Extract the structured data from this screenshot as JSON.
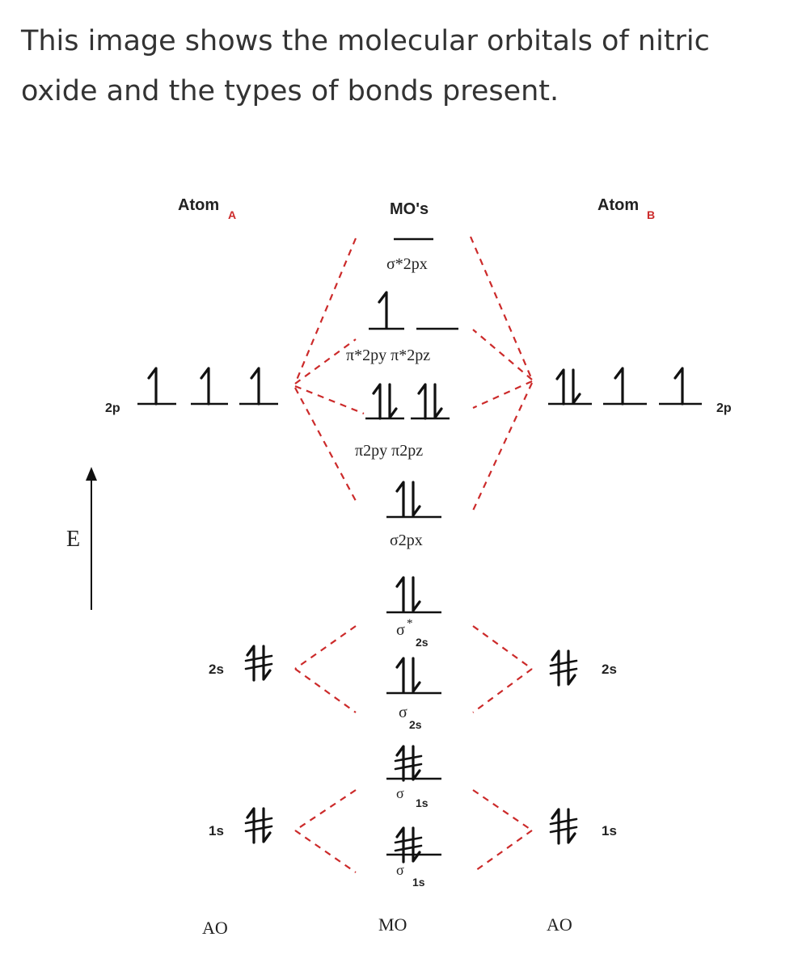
{
  "caption": "This image shows the molecular orbitals of nitric oxide and the types of bonds present.",
  "columns": {
    "atom_a": "Atom",
    "atom_a_sub": "A",
    "mos": "MO's",
    "atom_b": "Atom",
    "atom_b_sub": "B"
  },
  "footer": {
    "left": "AO",
    "middle": "MO",
    "right": "AO"
  },
  "axis": {
    "label": "E"
  },
  "atom_a_levels": {
    "p2": "2p",
    "s2": "2s",
    "s1": "1s"
  },
  "atom_b_levels": {
    "p2": "2p",
    "s2": "2s",
    "s1": "1s"
  },
  "mo_labels": {
    "sigma_star_2px": "σ*2px",
    "pi_star": "π*2py π*2pz",
    "pi": "π2py π2pz",
    "sigma_2px": "σ2px",
    "sigma_star_2s_main": "σ",
    "sigma_star_2s_sup": "*",
    "sigma_star_2s_sub": "2s",
    "sigma_2s_main": "σ",
    "sigma_2s_sub": "2s",
    "sigma_star_1s_main": "σ",
    "sigma_star_1s_sub": "1s",
    "sigma_1s_main": "σ",
    "sigma_1s_sub": "1s"
  },
  "colors": {
    "correlation_lines": "#cc2a2a",
    "levels": "#111111",
    "caption": "#333333"
  },
  "electron_glyphs": {
    "up": "up-arrow-harpoon",
    "pair": "paired-harpoons"
  }
}
